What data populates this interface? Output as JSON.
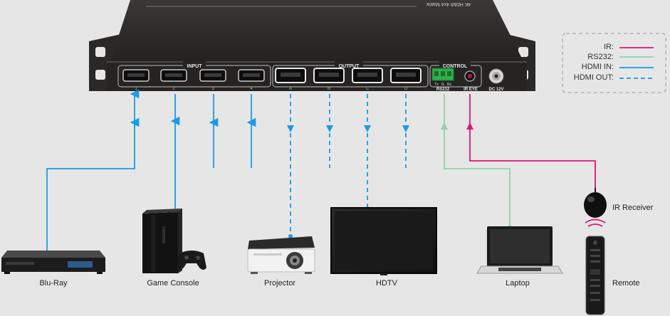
{
  "device": {
    "name": "4K HDMI 4x4 Matrix",
    "input_group": "INPUT",
    "output_group": "OUTPUT",
    "control_group": "CONTROL",
    "inputs": [
      "1",
      "2",
      "3",
      "4"
    ],
    "outputs": [
      "A",
      "B",
      "C",
      "D"
    ],
    "rs232_pins": [
      "Tx",
      "G",
      "Rx"
    ],
    "rs232_label": "RS232",
    "ir_label": "IR EYE",
    "dc_label": "DC 12V"
  },
  "legend": [
    {
      "label": "IR:",
      "color": "#e0147a",
      "style": "solid"
    },
    {
      "label": "RS232:",
      "color": "#8fd3a8",
      "style": "solid"
    },
    {
      "label": "HDMI IN:",
      "color": "#1a9be6",
      "style": "solid"
    },
    {
      "label": "HDMI OUT:",
      "color": "#1a9be6",
      "style": "dashed"
    }
  ],
  "devices": {
    "bluray": "Blu-Ray",
    "console": "Game Console",
    "projector": "Projector",
    "hdtv": "HDTV",
    "laptop": "Laptop",
    "ir_receiver": "IR Receiver",
    "remote": "Remote"
  },
  "colors": {
    "hdmi": "#1a9be6",
    "ir": "#e0147a",
    "rs232": "#8fd3a8",
    "chassis": "#2e2c2b",
    "background": "#e6e6e6"
  }
}
